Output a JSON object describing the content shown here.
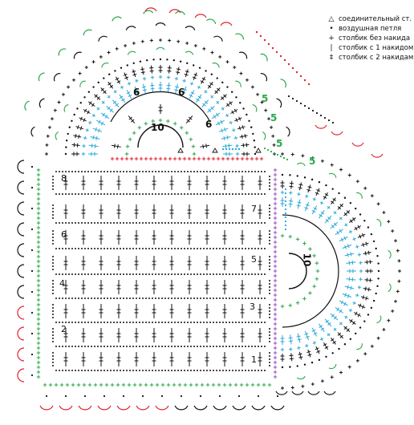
{
  "legend": [
    {
      "symbol": "triangle-icon",
      "glyph": "△",
      "label": "соединительный ст."
    },
    {
      "symbol": "dot-icon",
      "glyph": "•",
      "label": "воздушная петля"
    },
    {
      "symbol": "plus-icon",
      "glyph": "+",
      "label": "столбик без накида"
    },
    {
      "symbol": "bar-icon",
      "glyph": "|",
      "label": "столбик с 1 накидом"
    },
    {
      "symbol": "double-bar-icon",
      "glyph": "‡",
      "label": "столбик с 2 накидами"
    }
  ],
  "grid_rows": [
    "1",
    "2",
    "3",
    "4",
    "5",
    "6",
    "7",
    "8"
  ],
  "round_labels": {
    "top_inner": "10",
    "top_mid_left": "6",
    "top_mid_center": "6",
    "top_mid_right": "6",
    "right_inner": "10",
    "green_fives": [
      "5",
      "5",
      "5",
      "5"
    ]
  },
  "colors": {
    "black": "#111111",
    "blue": "#29a8d8",
    "green": "#2aa84a",
    "red": "#e0232e",
    "purple": "#9a4fc0"
  }
}
